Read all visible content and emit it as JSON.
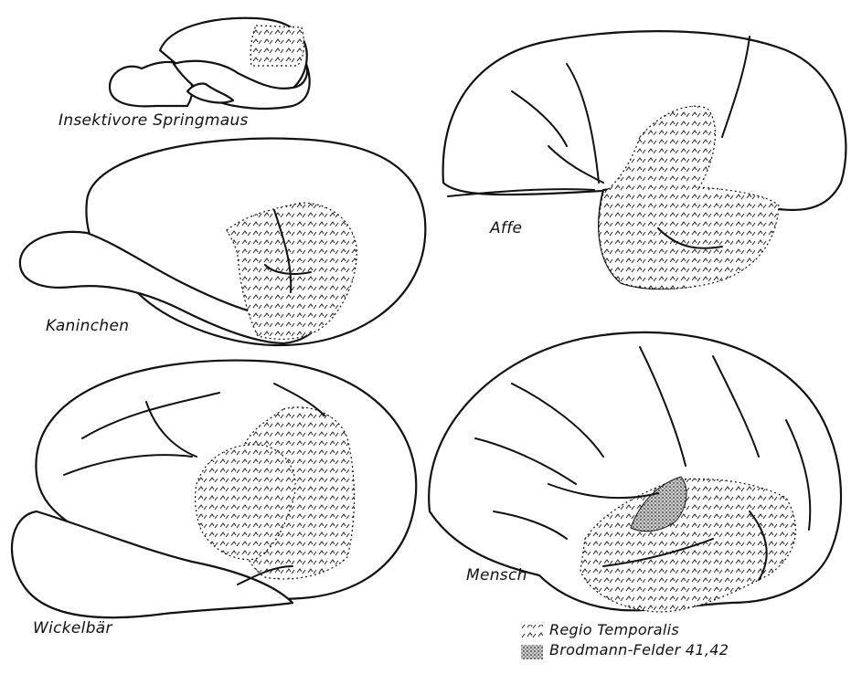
{
  "labels": {
    "springmaus": "Insektivore Springmaus",
    "kaninchen": "Kaninchen",
    "wickelbaer": "Wickelbär",
    "affe": "Affe",
    "mensch": "Mensch"
  },
  "legend": {
    "regio": "Regio Temporalis",
    "brodmann": "Brodmann-Felder 41,42"
  }
}
